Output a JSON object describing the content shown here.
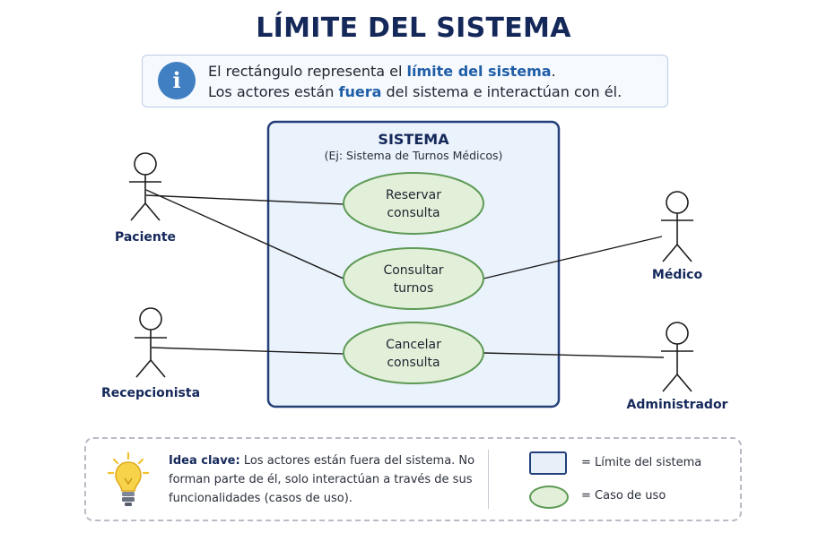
{
  "title": "LÍMITE DEL SISTEMA",
  "info": {
    "line1_pre": "El rectángulo representa el ",
    "line1_hl": "límite del sistema",
    "line1_post": ".",
    "line2_pre": "Los actores están ",
    "line2_hl": "fuera",
    "line2_post": " del sistema e interactúan con él."
  },
  "system": {
    "title": "SISTEMA",
    "subtitle": "(Ej: Sistema de Turnos Médicos)"
  },
  "use_cases": [
    {
      "id": "reservar",
      "line1": "Reservar",
      "line2": "consulta"
    },
    {
      "id": "consultar",
      "line1": "Consultar",
      "line2": "turnos"
    },
    {
      "id": "cancelar",
      "line1": "Cancelar",
      "line2": "consulta"
    }
  ],
  "actors": [
    {
      "id": "paciente",
      "name": "Paciente"
    },
    {
      "id": "recepcionista",
      "name": "Recepcionista"
    },
    {
      "id": "medico",
      "name": "Médico"
    },
    {
      "id": "administrador",
      "name": "Administrador"
    }
  ],
  "associations": [
    {
      "actor": "paciente",
      "use_case": "reservar"
    },
    {
      "actor": "paciente",
      "use_case": "consultar"
    },
    {
      "actor": "medico",
      "use_case": "consultar"
    },
    {
      "actor": "recepcionista",
      "use_case": "cancelar"
    },
    {
      "actor": "administrador",
      "use_case": "cancelar"
    }
  ],
  "legend": {
    "key_label": "Idea clave:",
    "key_text": " Los actores están fuera del sistema. No forman parte de él, solo interactúan a través de sus funcionalidades (casos de uso).",
    "boundary_label": "= Límite del sistema",
    "usecase_label": "= Caso de uso"
  },
  "colors": {
    "title": "#15285a",
    "boundary_stroke": "#23407a",
    "boundary_fill": "#eaf2fb",
    "usecase_stroke": "#5d9a55",
    "usecase_fill": "#e3f0d9",
    "info_icon": "#3f7fc2",
    "bulb": "#f2c12e"
  },
  "icons": [
    "info-icon",
    "lightbulb-icon"
  ]
}
